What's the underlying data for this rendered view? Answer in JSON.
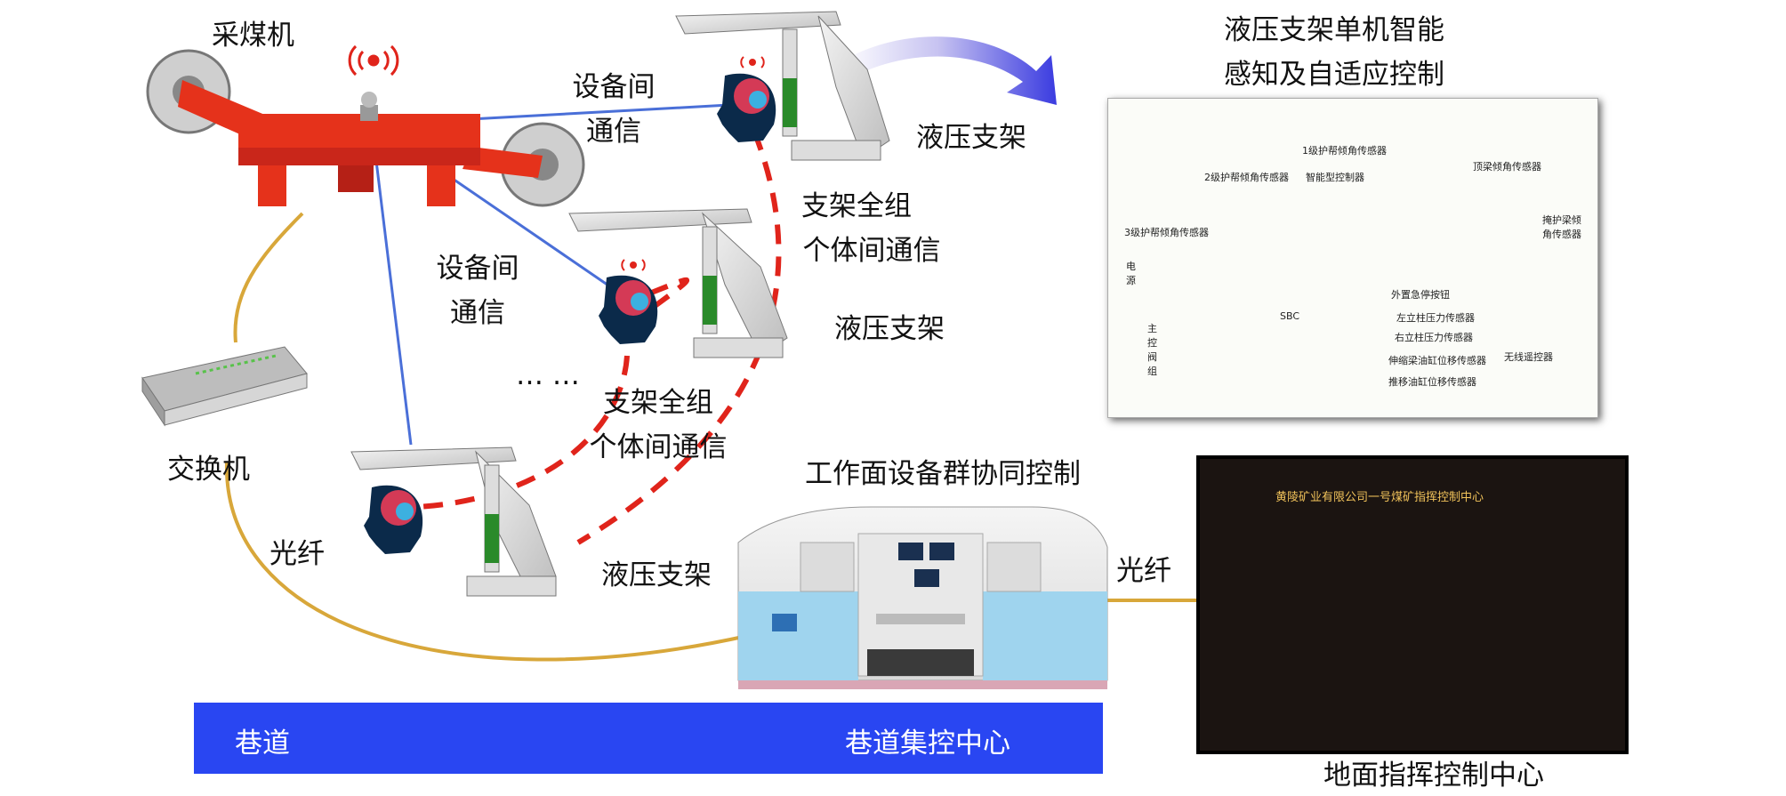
{
  "labels": {
    "shearer": "采煤机",
    "comm1_line1": "设备间",
    "comm1_line2": "通信",
    "comm2_line1": "设备间",
    "comm2_line2": "通信",
    "support_top": "液压支架",
    "support_mid": "液压支架",
    "support_bottom": "液压支架",
    "group_comm1_line1": "支架全组",
    "group_comm1_line2": "个体间通信",
    "group_comm2_line1": "支架全组",
    "group_comm2_line2": "个体间通信",
    "ellipsis": "… …",
    "switch": "交换机",
    "fiber_left": "光纤",
    "fiber_right": "光纤",
    "coop_control": "工作面设备群协同控制",
    "single_title_line1": "液压支架单机智能",
    "single_title_line2": "感知及自适应控制",
    "roadway": "巷道",
    "roadway_center": "巷道集控中心",
    "surface_center": "地面指挥控制中心"
  },
  "panel": {
    "s1": "1级护帮倾角传感器",
    "s2": "2级护帮倾角传感器",
    "s3": "3级护帮倾角传感器",
    "s4": "顶梁倾角传感器",
    "s5": "掩护梁倾角传感器",
    "smart_controller": "智能型控制器",
    "power": "电源",
    "sbc": "SBC",
    "estop": "外置急停按钮",
    "p_left": "左立柱压力传感器",
    "p_right": "右立柱压力传感器",
    "stroke_ext": "伸缩梁油缸位移传感器",
    "stroke_push": "推移油缸位移传感器",
    "main_valve": "主控阀组",
    "wireless": "无线遥控器"
  },
  "room": {
    "banner": "黄陵矿业有限公司一号煤矿指挥控制中心"
  },
  "colors": {
    "machine_red": "#e5321b",
    "link_blue": "#4a6fd8",
    "dashed_red": "#e0241b",
    "fiber_gold": "#d8a73a",
    "bar_blue": "#2946f2"
  }
}
